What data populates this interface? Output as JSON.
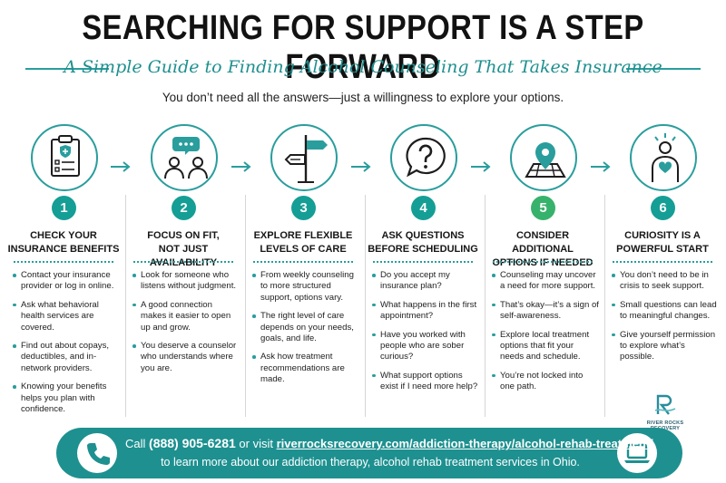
{
  "header": {
    "title": "SEARCHING FOR SUPPORT IS A STEP FORWARD",
    "subtitle": "A Simple Guide to Finding Alcohol Counseling That Takes Insurance",
    "tagline": "You don’t need all the answers—just a willingness to explore your options."
  },
  "steps": [
    {
      "number": "1",
      "icon": "clipboard-checklist-icon",
      "heading_line1": "CHECK YOUR",
      "heading_line2": "INSURANCE BENEFITS",
      "bullets": [
        "Contact your insurance provider or log in online.",
        "Ask what behavioral health services are covered.",
        "Find out about copays, deductibles, and in-network providers.",
        "Knowing your benefits helps you plan with confidence."
      ]
    },
    {
      "number": "2",
      "icon": "two-people-chat-icon",
      "heading_line1": "FOCUS ON FIT,",
      "heading_line2": "NOT JUST AVAILABILITY",
      "bullets": [
        "Look for someone who listens without judgment.",
        "A good connection makes it easier to open up and grow.",
        "You deserve a counselor who understands where you are."
      ]
    },
    {
      "number": "3",
      "icon": "signpost-icon",
      "heading_line1": "EXPLORE FLEXIBLE",
      "heading_line2": "LEVELS OF CARE",
      "bullets": [
        "From weekly counseling to more structured support, options vary.",
        "The right level of care depends on your needs, goals, and life.",
        "Ask how treatment recommendations are made."
      ]
    },
    {
      "number": "4",
      "icon": "question-bubble-icon",
      "heading_line1": "ASK QUESTIONS",
      "heading_line2": "BEFORE SCHEDULING",
      "bullets": [
        "Do you accept my insurance plan?",
        "What happens in the first appointment?",
        "Have you worked with people who are sober curious?",
        "What support options exist if I need more help?"
      ]
    },
    {
      "number": "5",
      "icon": "map-pin-icon",
      "heading_line1": "CONSIDER ADDITIONAL",
      "heading_line2": "OPTIONS IF NEEDED",
      "bullets": [
        "Counseling may uncover a need for more support.",
        "That’s okay—it’s a sign of self-awareness.",
        "Explore local treatment options that fit your needs and schedule.",
        "You’re not locked into one path."
      ]
    },
    {
      "number": "6",
      "icon": "person-heart-icon",
      "heading_line1": "CURIOSITY IS A",
      "heading_line2": "POWERFUL START",
      "bullets": [
        "You don’t need to be in crisis to seek support.",
        "Small questions can lead to meaningful changes.",
        "Give yourself permission to explore what’s possible."
      ]
    }
  ],
  "logo": {
    "text": "RIVER ROCKS RECOVERY"
  },
  "banner": {
    "call_prefix": "Call",
    "phone": "(888) 905-6281",
    "visit_text": "or visit",
    "url": "riverrocksrecovery.com/addiction-therapy/alcohol-rehab-treatment/",
    "line2": "to learn more about our addiction therapy, alcohol rehab treatment services in Ohio."
  },
  "colors": {
    "teal": "#2a9d9d",
    "banner": "#1e9090",
    "number_teal": "#159e95",
    "number_green": "#37b26c"
  }
}
